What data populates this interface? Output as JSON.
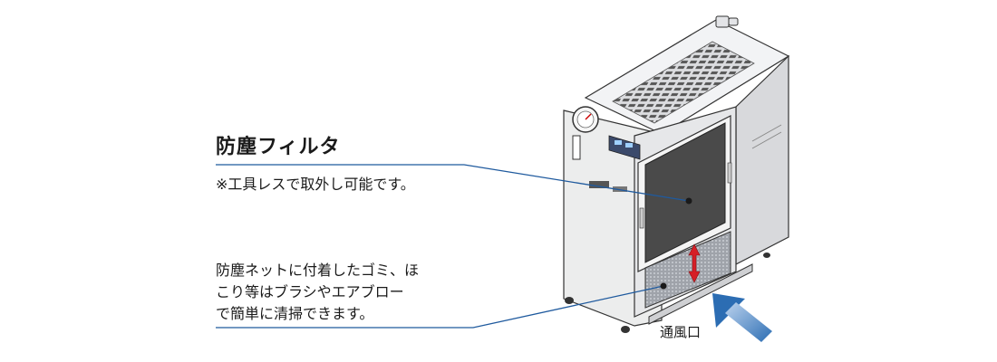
{
  "callouts": {
    "dust_filter": {
      "title": "防塵フィルタ",
      "note": "※工具レスで取外し可能です。"
    },
    "dust_net": {
      "lines": [
        "防塵ネットに付着したゴミ、ほ",
        "こり等はブラシやエアブロー",
        "で簡単に清掃できます。"
      ]
    }
  },
  "vent": {
    "label": "通風口"
  },
  "colors": {
    "callout_line": "#1f5a9e",
    "arrow_blue": "#2c6db3",
    "arrow_red": "#d61f26",
    "filter_panel": "#4a4a4a",
    "unit_body": "#e9eaec"
  }
}
